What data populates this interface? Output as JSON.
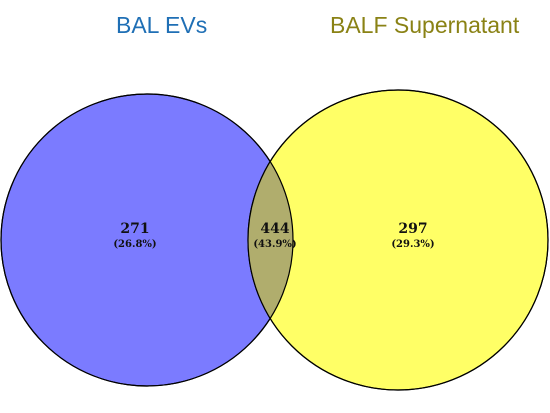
{
  "sets": {
    "left": {
      "label": "BAL EVs",
      "color": "#7b7bff",
      "title_color": "#1f6fb5"
    },
    "right": {
      "label": "BALF Supernatant",
      "color": "#ffff66",
      "title_color": "#8a8215"
    }
  },
  "regions": {
    "left_only": {
      "count": "271",
      "percent": "(26.8%)"
    },
    "overlap": {
      "count": "444",
      "percent": "(43.9%)",
      "color": "#b0ad6d"
    },
    "right_only": {
      "count": "297",
      "percent": "(29.3%)"
    }
  }
}
